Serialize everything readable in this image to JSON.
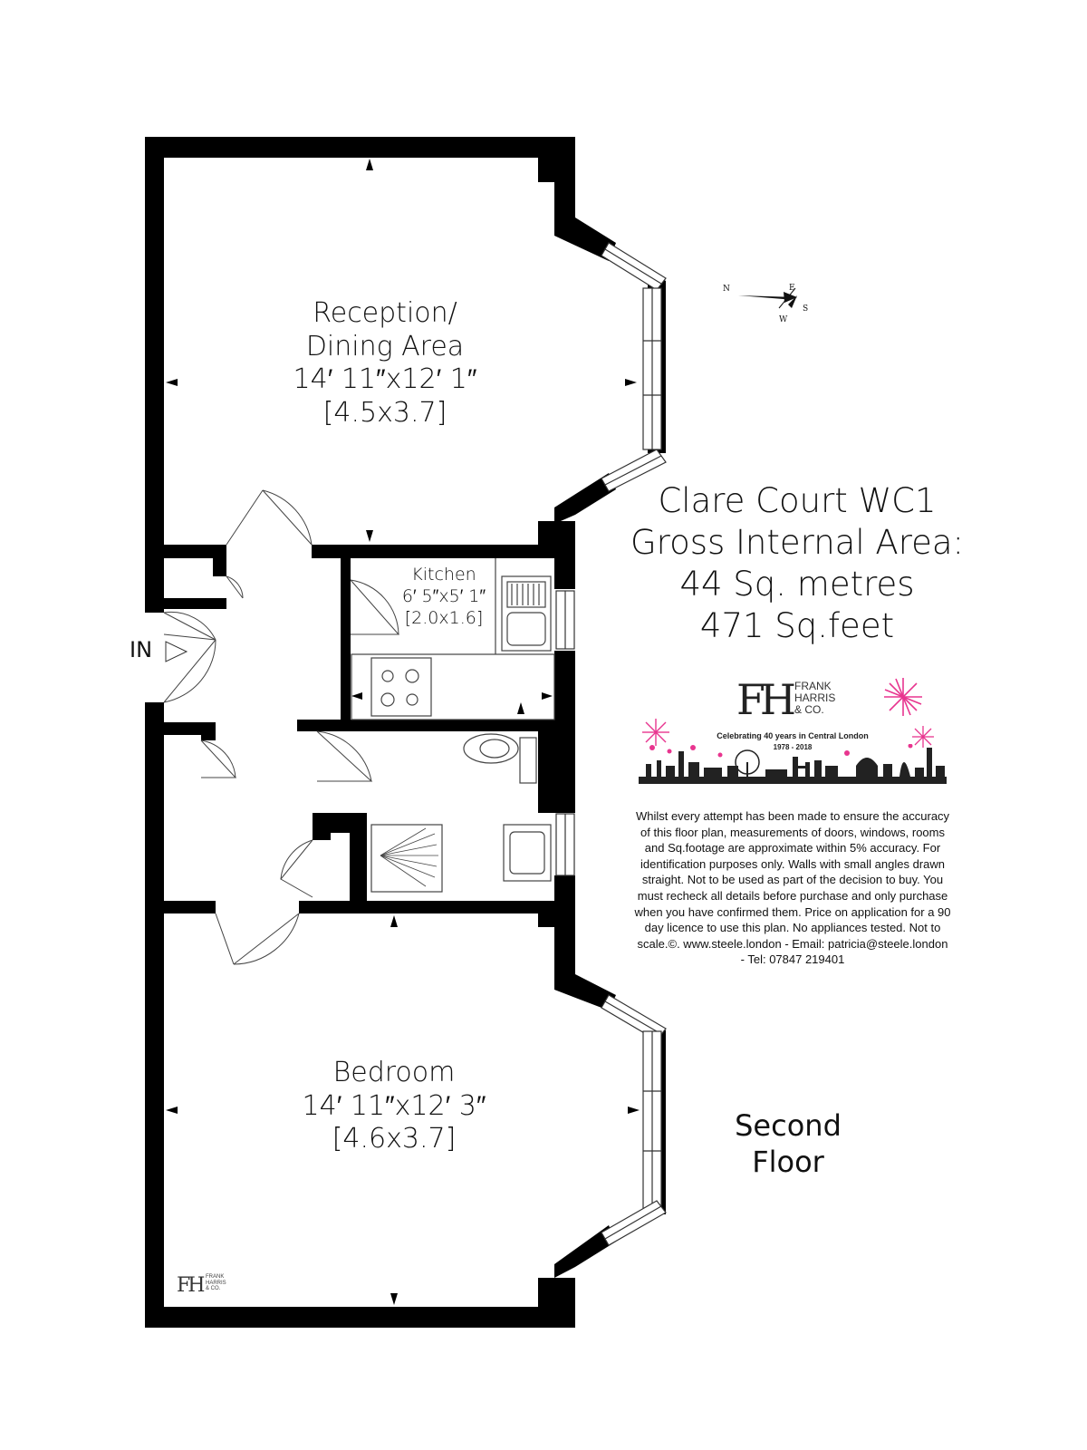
{
  "rooms": {
    "reception": {
      "name_line1": "Reception/",
      "name_line2": "Dining Area",
      "imperial": "14′ 11″x12′ 1″",
      "metric": "[4.5x3.7]"
    },
    "kitchen": {
      "name": "Kitchen",
      "imperial": "6′ 5″x5′ 1″",
      "metric": "[2.0x1.6]"
    },
    "bedroom": {
      "name": "Bedroom",
      "imperial": "14′ 11″x12′ 3″",
      "metric": "[4.6x3.7]"
    }
  },
  "entrance_label": "IN",
  "title": {
    "line1": "Clare Court WC1",
    "line2": "Gross Internal Area:",
    "line3": "44 Sq. metres",
    "line4": "471 Sq.feet"
  },
  "floor": {
    "line1": "Second",
    "line2": "Floor"
  },
  "compass": {
    "n": "N",
    "e": "E",
    "s": "S",
    "w": "W"
  },
  "logo": {
    "monogram": "FH",
    "name_line1": "FRANK",
    "name_line2": "HARRIS",
    "name_line3": "& CO.",
    "tagline": "Celebrating 40 years in Central London",
    "years": "1978 - 2018"
  },
  "small_logo": {
    "monogram": "FH",
    "line1": "FRANK",
    "line2": "HARRIS",
    "line3": "& CO."
  },
  "disclaimer": "Whilst every attempt has been made to ensure the accuracy of this floor plan, measurements of doors, windows, rooms and Sq.footage are approximate within 5% accuracy. For identification purposes only. Walls with small angles drawn straight. Not to be used as part of the decision to buy. You must recheck all details before purchase and only purchase when you have confirmed them. Price on application for a 90 day licence to use this plan. No appliances tested.  Not to scale.©.  www.steele.london - Email: patricia@steele.london - Tel: 07847 219401",
  "colors": {
    "wall": "#000000",
    "window": "#ffffff",
    "fireworks": "#e8358f",
    "skyline": "#222222"
  }
}
